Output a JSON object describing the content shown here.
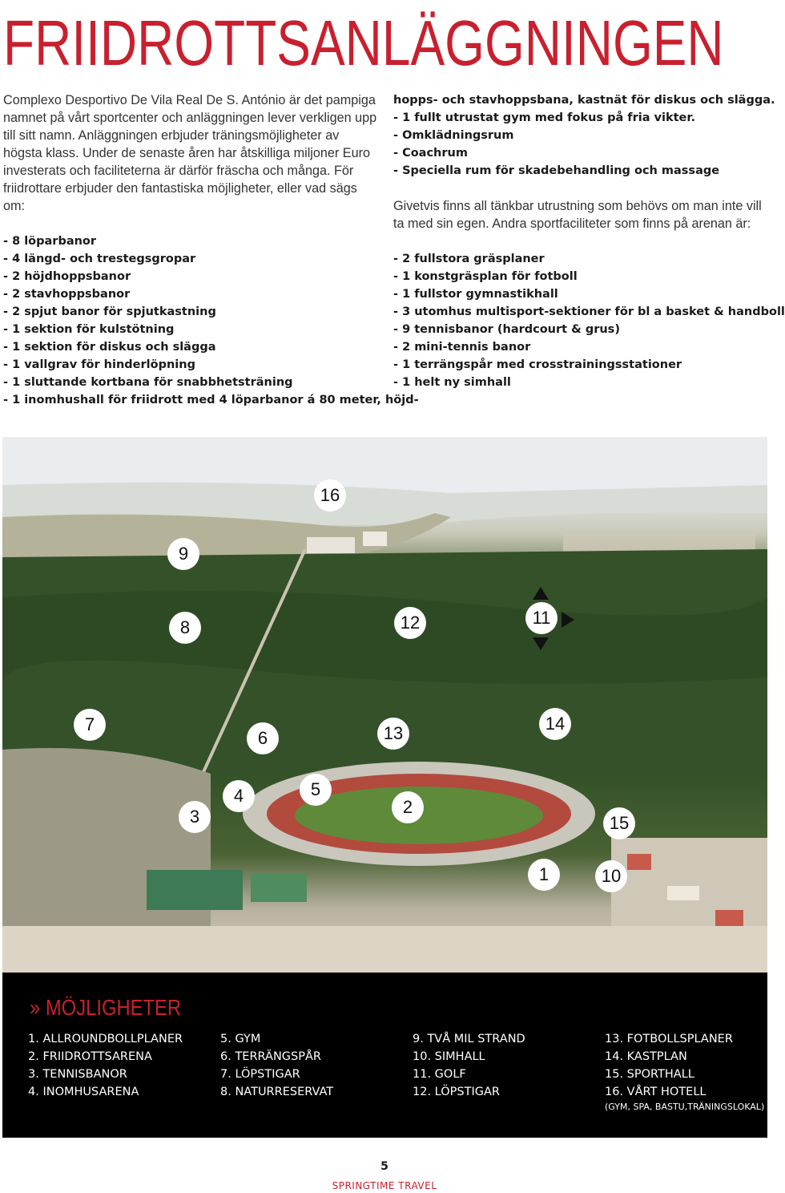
{
  "title": "FRIIDROTTSANLÄGGNINGEN",
  "intro": "Complexo Desportivo De Vila Real De S. António är det pampiga namnet på vårt sportcenter och anläggningen lever verkligen upp till sitt namn. Anläggningen erbjuder träningsmöjligheter av högsta klass. Under de senaste åren har åtskilliga miljoner Euro investerats och faciliteterna är därför fräscha och många. För friidrottare erbjuder den fantastiska möjligheter, eller vad sägs om:",
  "facilities_left": [
    "- 8 löparbanor",
    "- 4 längd- och trestegsgropar",
    "- 2 höjdhoppsbanor",
    "- 2 stavhoppsbanor",
    "- 2 spjut banor för spjutkastning",
    "- 1 sektion för kulstötning",
    "- 1 sektion för diskus och slägga",
    "- 1 vallgrav för hinderlöpning",
    "- 1 sluttande kortbana för snabbhetsträning",
    "- 1 inomhushall för friidrott med 4 löparbanor á 80 meter, höjd-"
  ],
  "facilities_right": [
    "hopps- och stavhoppsbana, kastnät för diskus och slägga.",
    "- 1 fullt utrustat gym med fokus på fria vikter.",
    "- Omklädningsrum",
    "- Coachrum",
    "- Speciella rum för skadebehandling och massage"
  ],
  "middle_text": "Givetvis finns all tänkbar utrustning som behövs om man inte vill ta med sin egen. Andra sportfaciliteter som finns på arenan är:",
  "other_facilities": [
    "- 2 fullstora gräsplaner",
    "- 1 konstgräsplan för fotboll",
    "- 1 fullstor gymnastikhall",
    "- 3 utomhus multisport-sektioner för bl a basket & handboll",
    "- 9 tennisbanor (hardcourt & grus)",
    "- 2 mini-tennis banor",
    "- 1 terrängspår med crosstrainingsstationer",
    "- 1 helt ny simhall"
  ],
  "photo_markers": [
    "16",
    "9",
    "8",
    "12",
    "11",
    "7",
    "6",
    "13",
    "14",
    "4",
    "5",
    "3",
    "2",
    "15",
    "1",
    "10"
  ],
  "legend": {
    "title": "MÖJLIGHETER",
    "icon": "double-chevron-right-icon",
    "columns": [
      [
        "1. ALLROUNDBOLLPLANER",
        "2. FRIIDROTTSARENA",
        "3. TENNISBANOR",
        "4. INOMHUSARENA"
      ],
      [
        "5. GYM",
        "6. TERRÄNGSPÅR",
        "7. LÖPSTIGAR",
        "8. NATURRESERVAT"
      ],
      [
        "9. TVÅ MIL STRAND",
        "10. SIMHALL",
        "11. GOLF",
        "12. LÖPSTIGAR"
      ],
      [
        "13. FOTBOLLSPLANER",
        "14. KASTPLAN",
        "15. SPORTHALL",
        "16. VÅRT HOTELL"
      ]
    ],
    "note": "(GYM, SPA, BASTU,TRÄNINGSLOKAL)"
  },
  "page_number": "5",
  "footer": "SPRINGTIME TRAVEL",
  "colors": {
    "accent": "#c8202e",
    "legend_bg": "#000000",
    "text": "#1a1a1a"
  }
}
